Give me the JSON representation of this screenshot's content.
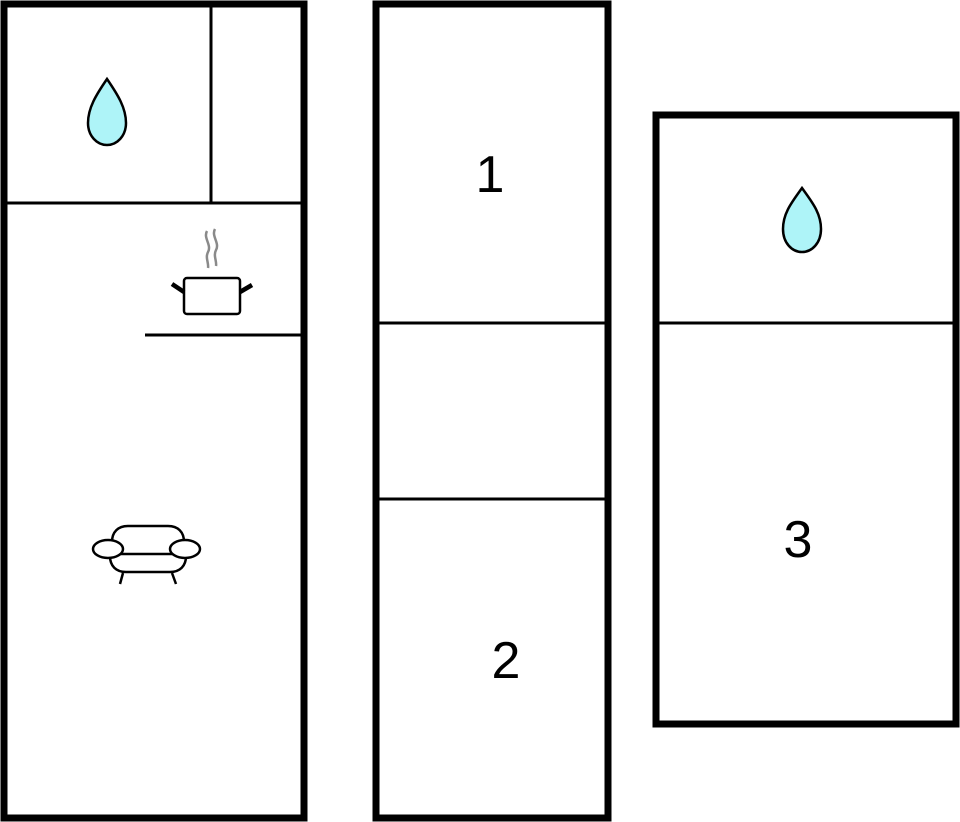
{
  "diagram": {
    "type": "floor-plan",
    "colors": {
      "wall": "#000000",
      "background": "#ffffff",
      "water_drop_fill": "#aef4f8",
      "steam": "#8a8a8a"
    },
    "buildings": [
      {
        "id": "left-unit",
        "rooms": [
          {
            "name": "bathroom",
            "icon": "water-drop-icon"
          },
          {
            "name": "small-room",
            "icon": null
          },
          {
            "name": "kitchen",
            "icon": "cooking-pot-icon"
          },
          {
            "name": "living-room",
            "icon": "sofa-icon"
          }
        ]
      },
      {
        "id": "middle-unit",
        "rooms": [
          {
            "name": "bedroom-1",
            "label": "1"
          },
          {
            "name": "hallway",
            "label": ""
          },
          {
            "name": "bedroom-2",
            "label": "2"
          }
        ]
      },
      {
        "id": "right-unit",
        "rooms": [
          {
            "name": "bathroom-2",
            "icon": "water-drop-icon"
          },
          {
            "name": "bedroom-3",
            "label": "3"
          }
        ]
      }
    ]
  }
}
